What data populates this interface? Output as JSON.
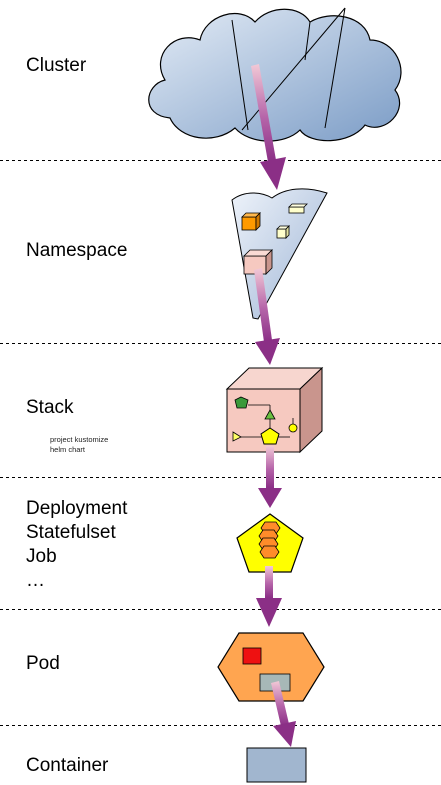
{
  "levels": [
    {
      "key": "cluster",
      "label": "Cluster"
    },
    {
      "key": "namespace",
      "label": "Namespace"
    },
    {
      "key": "stack",
      "label": "Stack",
      "sublabels": [
        "project kustomize",
        "helm chart"
      ]
    },
    {
      "key": "workload",
      "lines": [
        "Deployment",
        "Statefulset",
        "Job",
        "…"
      ]
    },
    {
      "key": "pod",
      "label": "Pod"
    },
    {
      "key": "container",
      "label": "Container"
    }
  ],
  "colors": {
    "arrow": "#8b2f86",
    "cloud_light": "#dce7f4",
    "cloud_dark": "#7f9fc7",
    "stack_front": "#f6c9c0",
    "stack_side": "#c9958d",
    "workload_pentagon": "#ffff00",
    "hexagon": "#ff7a00",
    "pod_hexagon": "#ffa550",
    "container": "#a1b6cf"
  },
  "icons": [
    "cloud-icon",
    "namespace-shape-icon",
    "stack-cube-icon",
    "workload-pentagon-icon",
    "pod-hexagon-icon",
    "container-box-icon"
  ]
}
